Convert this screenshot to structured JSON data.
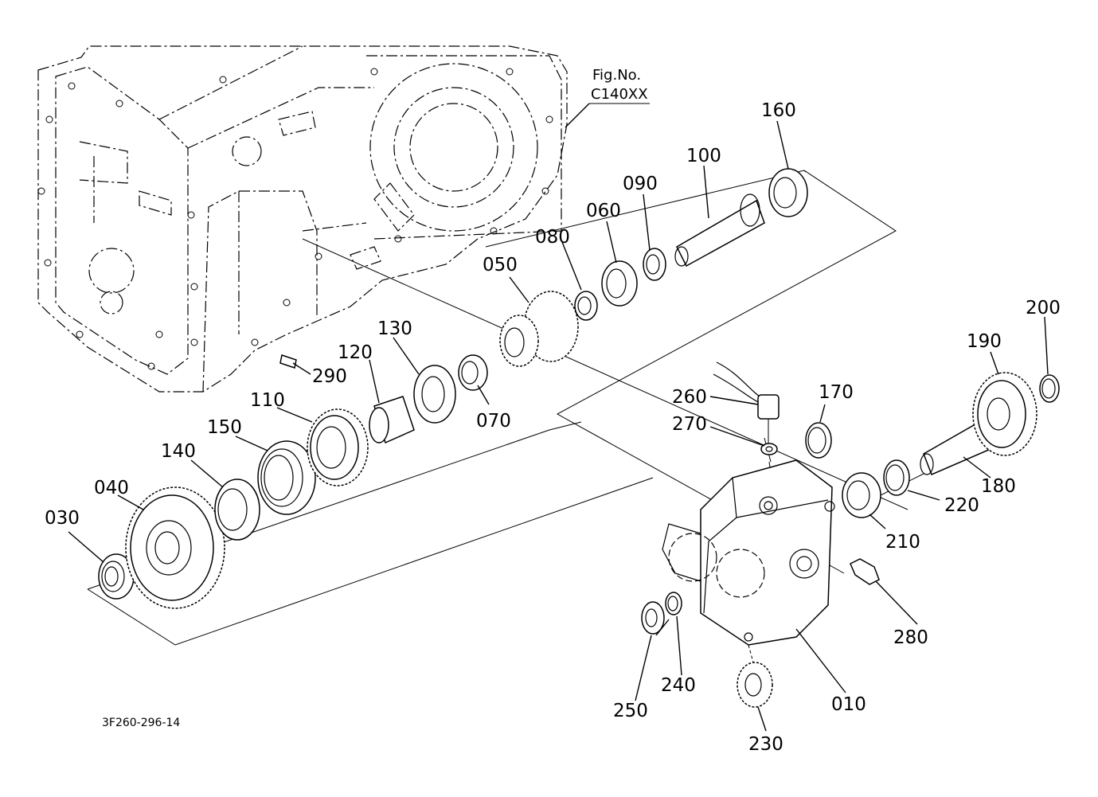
{
  "figure_ref": {
    "line1": "Fig.No.",
    "line2": "C140XX"
  },
  "diagram_code": "3F260-296-14",
  "parts": {
    "p010": "010",
    "p030": "030",
    "p040": "040",
    "p050": "050",
    "p060": "060",
    "p070": "070",
    "p080": "080",
    "p090": "090",
    "p100": "100",
    "p110": "110",
    "p120": "120",
    "p130": "130",
    "p140": "140",
    "p150": "150",
    "p160": "160",
    "p170": "170",
    "p180": "180",
    "p190": "190",
    "p200": "200",
    "p210": "210",
    "p220": "220",
    "p230": "230",
    "p240": "240",
    "p250": "250",
    "p260": "260",
    "p270": "270",
    "p280": "280",
    "p290": "290"
  }
}
